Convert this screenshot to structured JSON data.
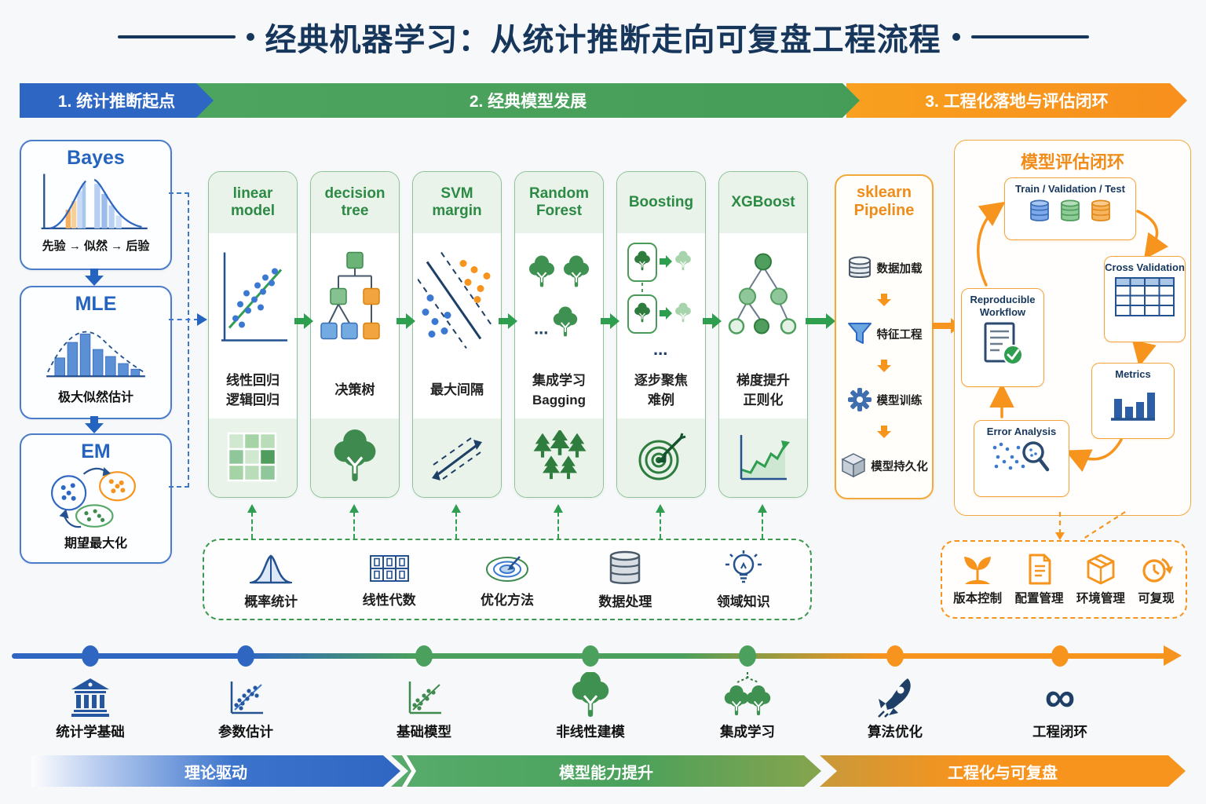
{
  "title": "经典机器学习：从统计推断走向可复盘工程流程",
  "phases": [
    {
      "label": "1. 统计推断起点",
      "color": "#2e66c3"
    },
    {
      "label": "2. 经典模型发展",
      "color": "#4aa25c"
    },
    {
      "label": "3. 工程化落地与评估闭环",
      "color": "#f79b1d"
    }
  ],
  "colors": {
    "blue": "#2f66c2",
    "green": "#4aa05c",
    "orange": "#f7941e",
    "navy": "#16365c"
  },
  "stat_boxes": [
    {
      "title": "Bayes",
      "caption": "先验 → 似然 → 后验",
      "icon": "split-bell-curve-icon"
    },
    {
      "title": "MLE",
      "caption": "极大似然估计",
      "icon": "histogram-curve-icon"
    },
    {
      "title": "EM",
      "caption": "期望最大化",
      "icon": "cluster-cycle-icon"
    }
  ],
  "model_columns": [
    {
      "title": "linear model",
      "caption1": "线性回归",
      "caption2": "逻辑回归",
      "icon": "matrix-grid-icon"
    },
    {
      "title": "decision tree",
      "caption1": "决策树",
      "caption2": "",
      "icon": "tree-icon"
    },
    {
      "title": "SVM margin",
      "caption1": "最大间隔",
      "caption2": "",
      "icon": "margin-arrows-icon"
    },
    {
      "title": "Random Forest",
      "caption1": "集成学习",
      "caption2": "Bagging",
      "icon": "forest-icon"
    },
    {
      "title": "Boosting",
      "caption1": "逐步聚焦",
      "caption2": "难例",
      "icon": "target-arrow-icon"
    },
    {
      "title": "XGBoost",
      "caption1": "梯度提升",
      "caption2": "正则化",
      "icon": "growth-chart-icon"
    }
  ],
  "pipeline": {
    "title": "sklearn Pipeline",
    "steps": [
      {
        "label": "数据加载",
        "icon": "database-icon"
      },
      {
        "label": "特征工程",
        "icon": "funnel-icon"
      },
      {
        "label": "模型训练",
        "icon": "gear-icon"
      },
      {
        "label": "模型持久化",
        "icon": "cube-icon"
      }
    ]
  },
  "evaluation": {
    "title": "模型评估闭环",
    "tvt": "Train / Validation / Test",
    "cross_validation": "Cross Validation",
    "reproducible": "Reproducible Workflow",
    "metrics": "Metrics",
    "error_analysis": "Error Analysis"
  },
  "foundations": [
    {
      "label": "概率统计",
      "icon": "bell-curve-icon"
    },
    {
      "label": "线性代数",
      "icon": "matrix-icon"
    },
    {
      "label": "优化方法",
      "icon": "contour-icon"
    },
    {
      "label": "数据处理",
      "icon": "database-icon"
    },
    {
      "label": "领域知识",
      "icon": "bulb-icon"
    }
  ],
  "engineering": [
    {
      "label": "版本控制",
      "icon": "sprout-icon"
    },
    {
      "label": "配置管理",
      "icon": "config-doc-icon"
    },
    {
      "label": "环境管理",
      "icon": "package-icon"
    },
    {
      "label": "可复现",
      "icon": "clock-repeat-icon"
    }
  ],
  "timeline": [
    {
      "label": "统计学基础",
      "icon": "bank-icon"
    },
    {
      "label": "参数估计",
      "icon": "scatter-blue-icon"
    },
    {
      "label": "基础模型",
      "icon": "scatter-green-icon"
    },
    {
      "label": "非线性建模",
      "icon": "tree-icon"
    },
    {
      "label": "集成学习",
      "icon": "twin-trees-icon"
    },
    {
      "label": "算法优化",
      "icon": "rocket-icon"
    },
    {
      "label": "工程闭环",
      "icon": "infinity-icon"
    }
  ],
  "bottom_banners": [
    {
      "label": "理论驱动"
    },
    {
      "label": "模型能力提升"
    },
    {
      "label": "工程化与可复盘"
    }
  ]
}
